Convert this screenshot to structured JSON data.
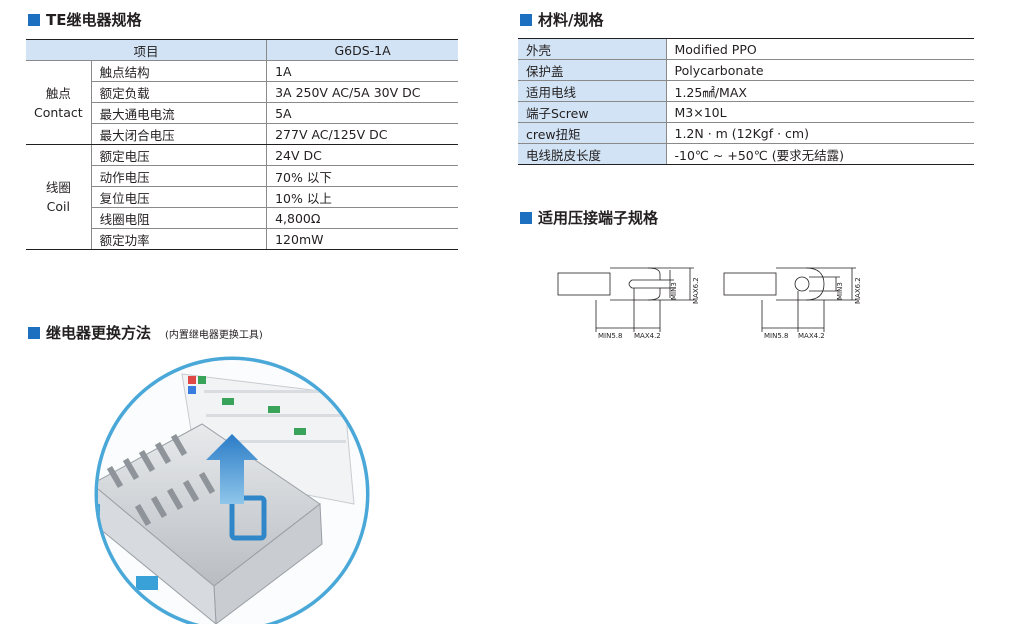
{
  "relay_spec": {
    "title": "TE继电器规格",
    "headers": [
      "项目",
      "G6DS-1A"
    ],
    "groups": [
      {
        "name_cn": "触点",
        "name_en": "Contact",
        "rows": [
          {
            "item": "触点结构",
            "value": "1A"
          },
          {
            "item": "额定负载",
            "value": "3A 250V AC/5A 30V DC"
          },
          {
            "item": "最大通电电流",
            "value": "5A"
          },
          {
            "item": "最大闭合电压",
            "value": "277V AC/125V DC"
          }
        ]
      },
      {
        "name_cn": "线圈",
        "name_en": "Coil",
        "rows": [
          {
            "item": "额定电压",
            "value": "24V DC"
          },
          {
            "item": "动作电压",
            "value": "70% 以下"
          },
          {
            "item": "复位电压",
            "value": "10% 以上"
          },
          {
            "item": "线圈电阻",
            "value": "4,800Ω"
          },
          {
            "item": "额定功率",
            "value": "120mW"
          }
        ]
      }
    ]
  },
  "material_spec": {
    "title": "材料/规格",
    "rows": [
      {
        "item": "外壳",
        "value": "Modified PPO"
      },
      {
        "item": "保护盖",
        "value": "Polycarbonate"
      },
      {
        "item": "适用电线",
        "value": "1.25㎟/MAX"
      },
      {
        "item": "端子Screw",
        "value": "M3×10L"
      },
      {
        "item": "crew扭矩",
        "value": "1.2N · m (12Kgf · cm)"
      },
      {
        "item": "电线脱皮长度",
        "value": "-10℃ ~ +50℃ (要求无结露)"
      }
    ]
  },
  "crimp_terminal": {
    "title": "适用压接端子规格",
    "fork": {
      "min_h": "MIN3",
      "max_h": "MAX6.2",
      "min_w": "MIN5.8",
      "max_w": "MAX4.2"
    },
    "ring": {
      "min_h": "MIN3",
      "max_h": "MAX6.2",
      "min_w": "MIN5.8",
      "max_w": "MAX4.2"
    }
  },
  "replacement": {
    "title": "继电器更换方法",
    "note": "(内置继电器更换工具)"
  },
  "colors": {
    "accent": "#1d6fc0",
    "header_fill": "#d1e3f4",
    "photo_ring": "#4aa8d8"
  }
}
